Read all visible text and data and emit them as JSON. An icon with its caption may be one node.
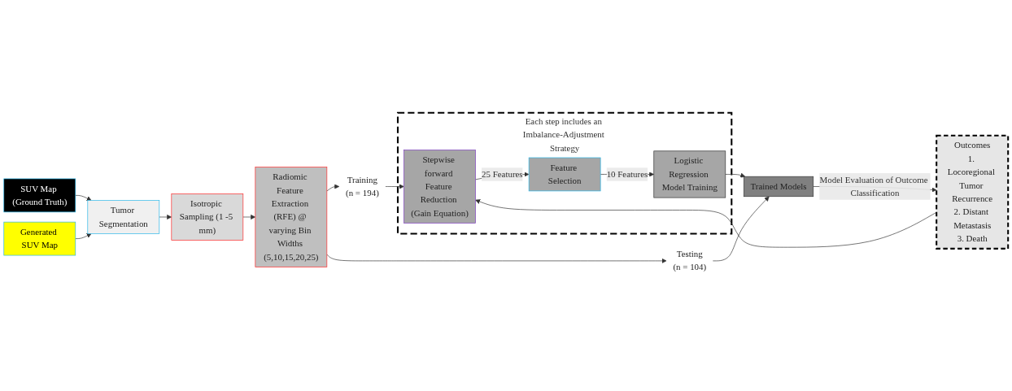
{
  "diagram": {
    "nodes": [
      {
        "text": [
          "SUV Map (Ground Truth)"
        ]
      },
      {
        "text": [
          "Generated SUV Map"
        ]
      },
      {
        "text": [
          "Tumor Segmentation"
        ]
      },
      {
        "text": [
          "Isotropic Sampling (1 -5 mm)"
        ]
      },
      {
        "text": [
          "Radiomic Feature Extraction (RFE) @ varying Bin Widths (5,10,15,20,25)"
        ]
      },
      {
        "text": [
          "Training",
          "(n = 194)"
        ]
      },
      {
        "text": [
          "Testing",
          "(n = 104)"
        ]
      },
      {
        "text": [
          "Each step includes an Imbalance-Adjustment Strategy"
        ]
      },
      {
        "text": [
          "Logistic Regression Model Training"
        ],
        "in": 7
      },
      {
        "text": [
          "Feature Selection"
        ],
        "in": 7
      },
      {
        "text": [
          "Stepwise forward Feature Reduction (Gain Equation)"
        ],
        "in": 7
      },
      {
        "text": [
          "Trained Models"
        ]
      },
      {
        "text": [
          "Outcomes",
          "1. Locoregional Tumor Recurrence",
          "2. Distant Metastasis",
          "3. Death"
        ]
      }
    ],
    "edges": [
      {
        "from": 0,
        "to": 2,
        "arrow": "to"
      },
      {
        "from": 1,
        "to": 2,
        "arrow": "to"
      },
      {
        "from": 2,
        "to": 3,
        "arrow": "to"
      },
      {
        "from": 3,
        "to": 4,
        "arrow": "to"
      },
      {
        "from": 4,
        "to": 5,
        "arrow": "to"
      },
      {
        "from": 4,
        "to": 6,
        "arrow": "to"
      },
      {
        "from": 5,
        "to": 10,
        "arrow": "to"
      },
      {
        "from": 10,
        "to": 9,
        "arrow": "to",
        "label": "25 Features"
      },
      {
        "from": 9,
        "to": 8,
        "arrow": "to",
        "label": "10 Features"
      },
      {
        "from": 8,
        "to": 11,
        "arrow": "to"
      },
      {
        "from": 11,
        "to": 12,
        "arrow": "to",
        "label": "Model Evaluation of Outcome Classification"
      },
      {
        "from": 12,
        "to": 10,
        "arrow": "to"
      },
      {
        "from": 6,
        "to": 11,
        "arrow": "to"
      }
    ]
  }
}
